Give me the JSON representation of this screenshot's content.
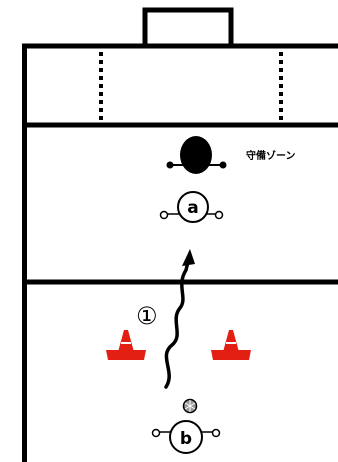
{
  "diagram": {
    "zone_label": "守備ゾーン",
    "step_marker": "①",
    "players": [
      {
        "letter": "a",
        "role": "attacker-top"
      },
      {
        "letter": "b",
        "role": "attacker-bottom"
      }
    ],
    "icons": [
      "goal-icon",
      "defender-icon",
      "cone-icon",
      "ball-icon",
      "dribble-arrow-icon"
    ],
    "colors": {
      "lines": "#000000",
      "cone": "#e31e12",
      "background": "#ffffff",
      "ball": "#9a9a9a"
    }
  }
}
